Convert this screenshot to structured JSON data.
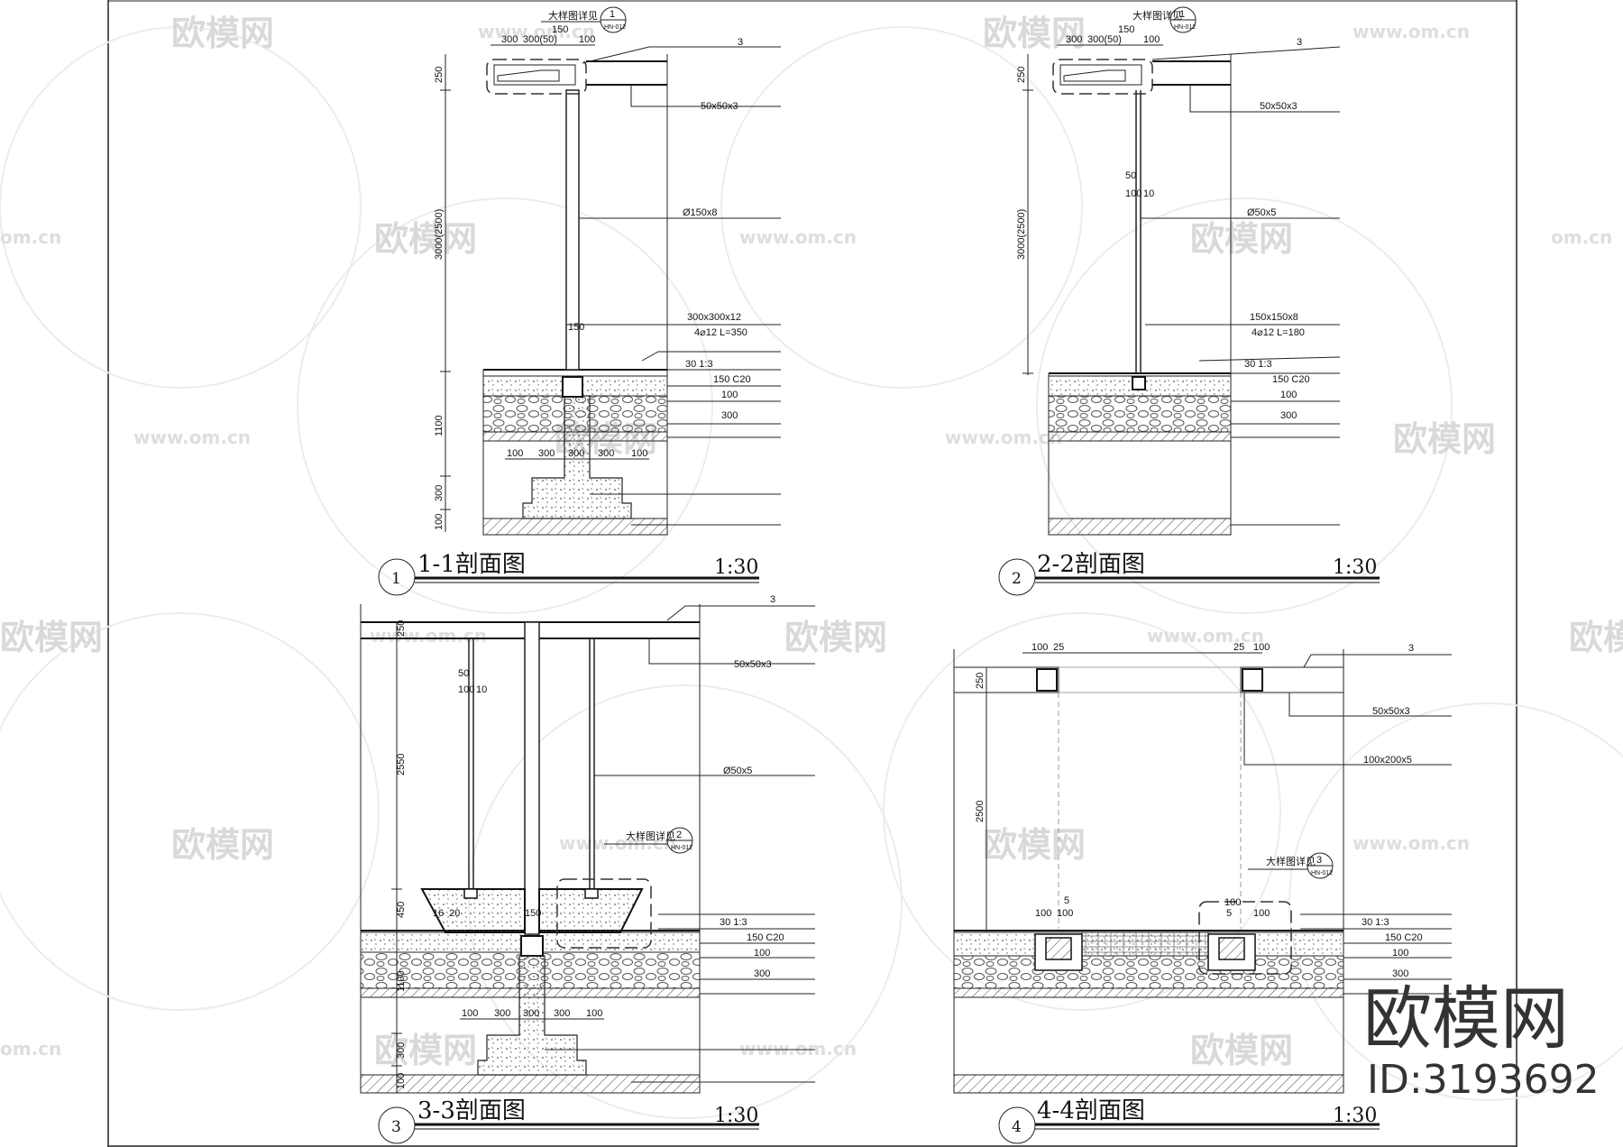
{
  "watermark": {
    "brand": "欧模网",
    "url": "www.om.cn",
    "url_short": "om.cn",
    "id": "ID:3193692"
  },
  "section1": {
    "title": "1-1剖面图",
    "scale": "1:30",
    "number": "1",
    "callout": {
      "text": "大样图详见",
      "num": "1",
      "ref": "HN-012"
    },
    "dims_top": [
      "300",
      "300(50)",
      "150",
      "100"
    ],
    "dims_left": [
      "250",
      "3000(2500)",
      "1100",
      "300",
      "100"
    ],
    "dims_footing": [
      "100",
      "300",
      "300",
      "300",
      "100"
    ],
    "dim_post": "150",
    "notes": [
      "3",
      "50x50x3",
      "Ø150x8",
      "300x300x12",
      "4⌀12 L=350",
      "30  1:3",
      "150  C20",
      "100",
      "300"
    ]
  },
  "section2": {
    "title": "2-2剖面图",
    "scale": "1:30",
    "number": "2",
    "callout": {
      "text": "大样图详见",
      "num": "1",
      "ref": "HN-012"
    },
    "dims_top": [
      "300",
      "300(50)",
      "100",
      "150"
    ],
    "dims_left": [
      "250",
      "3000(2500)"
    ],
    "dims_rod": [
      "50",
      "100",
      "10"
    ],
    "notes": [
      "3",
      "50x50x3",
      "Ø50x5",
      "150x150x8",
      "4⌀12 L=180",
      "30  1:3",
      "150  C20",
      "100",
      "300"
    ]
  },
  "section3": {
    "title": "3-3剖面图",
    "scale": "1:30",
    "number": "3",
    "callout": {
      "text": "大样图详见",
      "num": "2",
      "ref": "HN-012"
    },
    "dims_left": [
      "250",
      "2550",
      "450",
      "1100",
      "300",
      "100"
    ],
    "dims_rod": [
      "50",
      "100",
      "10"
    ],
    "dims_planter": [
      "16",
      "20",
      "150"
    ],
    "dims_footing": [
      "100",
      "300",
      "300",
      "300",
      "100"
    ],
    "notes": [
      "3",
      "50x50x3",
      "Ø50x5",
      "30  1:3",
      "150  C20",
      "100",
      "300"
    ]
  },
  "section4": {
    "title": "4-4剖面图",
    "scale": "1:30",
    "number": "4",
    "callout": {
      "text": "大样图详见",
      "num": "3",
      "ref": "HN-012"
    },
    "dims_top": [
      "100",
      "25",
      "25",
      "100"
    ],
    "dims_left": [
      "250",
      "2500"
    ],
    "dims_small": [
      "5",
      "100",
      "100",
      "100",
      "5",
      "100"
    ],
    "notes": [
      "3",
      "50x50x3",
      "100x200x5",
      "30  1:3",
      "150  C20",
      "100",
      "300"
    ]
  }
}
